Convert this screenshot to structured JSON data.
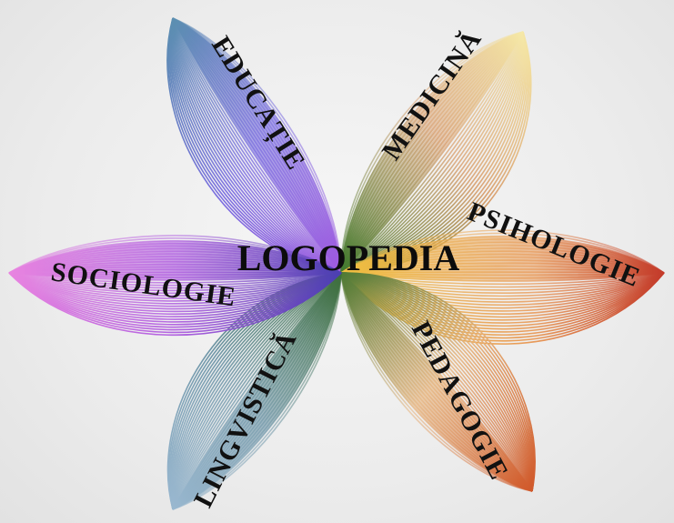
{
  "center": {
    "label": "LOGOPEDIA"
  },
  "petals": [
    {
      "id": "educatie",
      "label": "EDUCAȚIE",
      "colors": [
        "#6a7bd8",
        "#9a5be0",
        "#5a8fb0"
      ]
    },
    {
      "id": "medicina",
      "label": "MEDICINĂ",
      "colors": [
        "#4f7d3a",
        "#d9a06a",
        "#f5e6a0"
      ]
    },
    {
      "id": "psihologie",
      "label": "PSIHOLOGIE",
      "colors": [
        "#e08a3a",
        "#f2c64a",
        "#c0402a"
      ]
    },
    {
      "id": "pedagogie",
      "label": "PEDAGOGIE",
      "colors": [
        "#5a7d3a",
        "#e0b070",
        "#d05a2a"
      ]
    },
    {
      "id": "lingvistica",
      "label": "LINGVISTICĂ",
      "colors": [
        "#3f6d4a",
        "#7aa0b8",
        "#5a8fb0"
      ]
    },
    {
      "id": "sociologie",
      "label": "SOCIOLOGIE",
      "colors": [
        "#a05ae0",
        "#e070d0",
        "#4a3fb0"
      ]
    }
  ]
}
